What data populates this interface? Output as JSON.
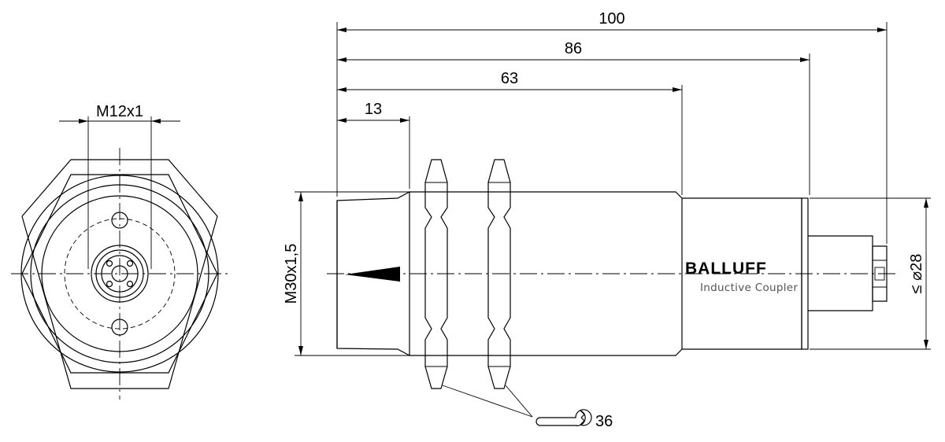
{
  "dimensions": {
    "length_overall": "100",
    "length_body_connector": "86",
    "length_housing": "63",
    "length_sensing_face": "13",
    "connector_thread": "M12x1",
    "housing_thread": "M30x1,5",
    "diameter": "≤ ⌀28",
    "wrench_size": "36"
  },
  "label": {
    "brand": "BALLUFF",
    "product": "Inductive Coupler"
  }
}
